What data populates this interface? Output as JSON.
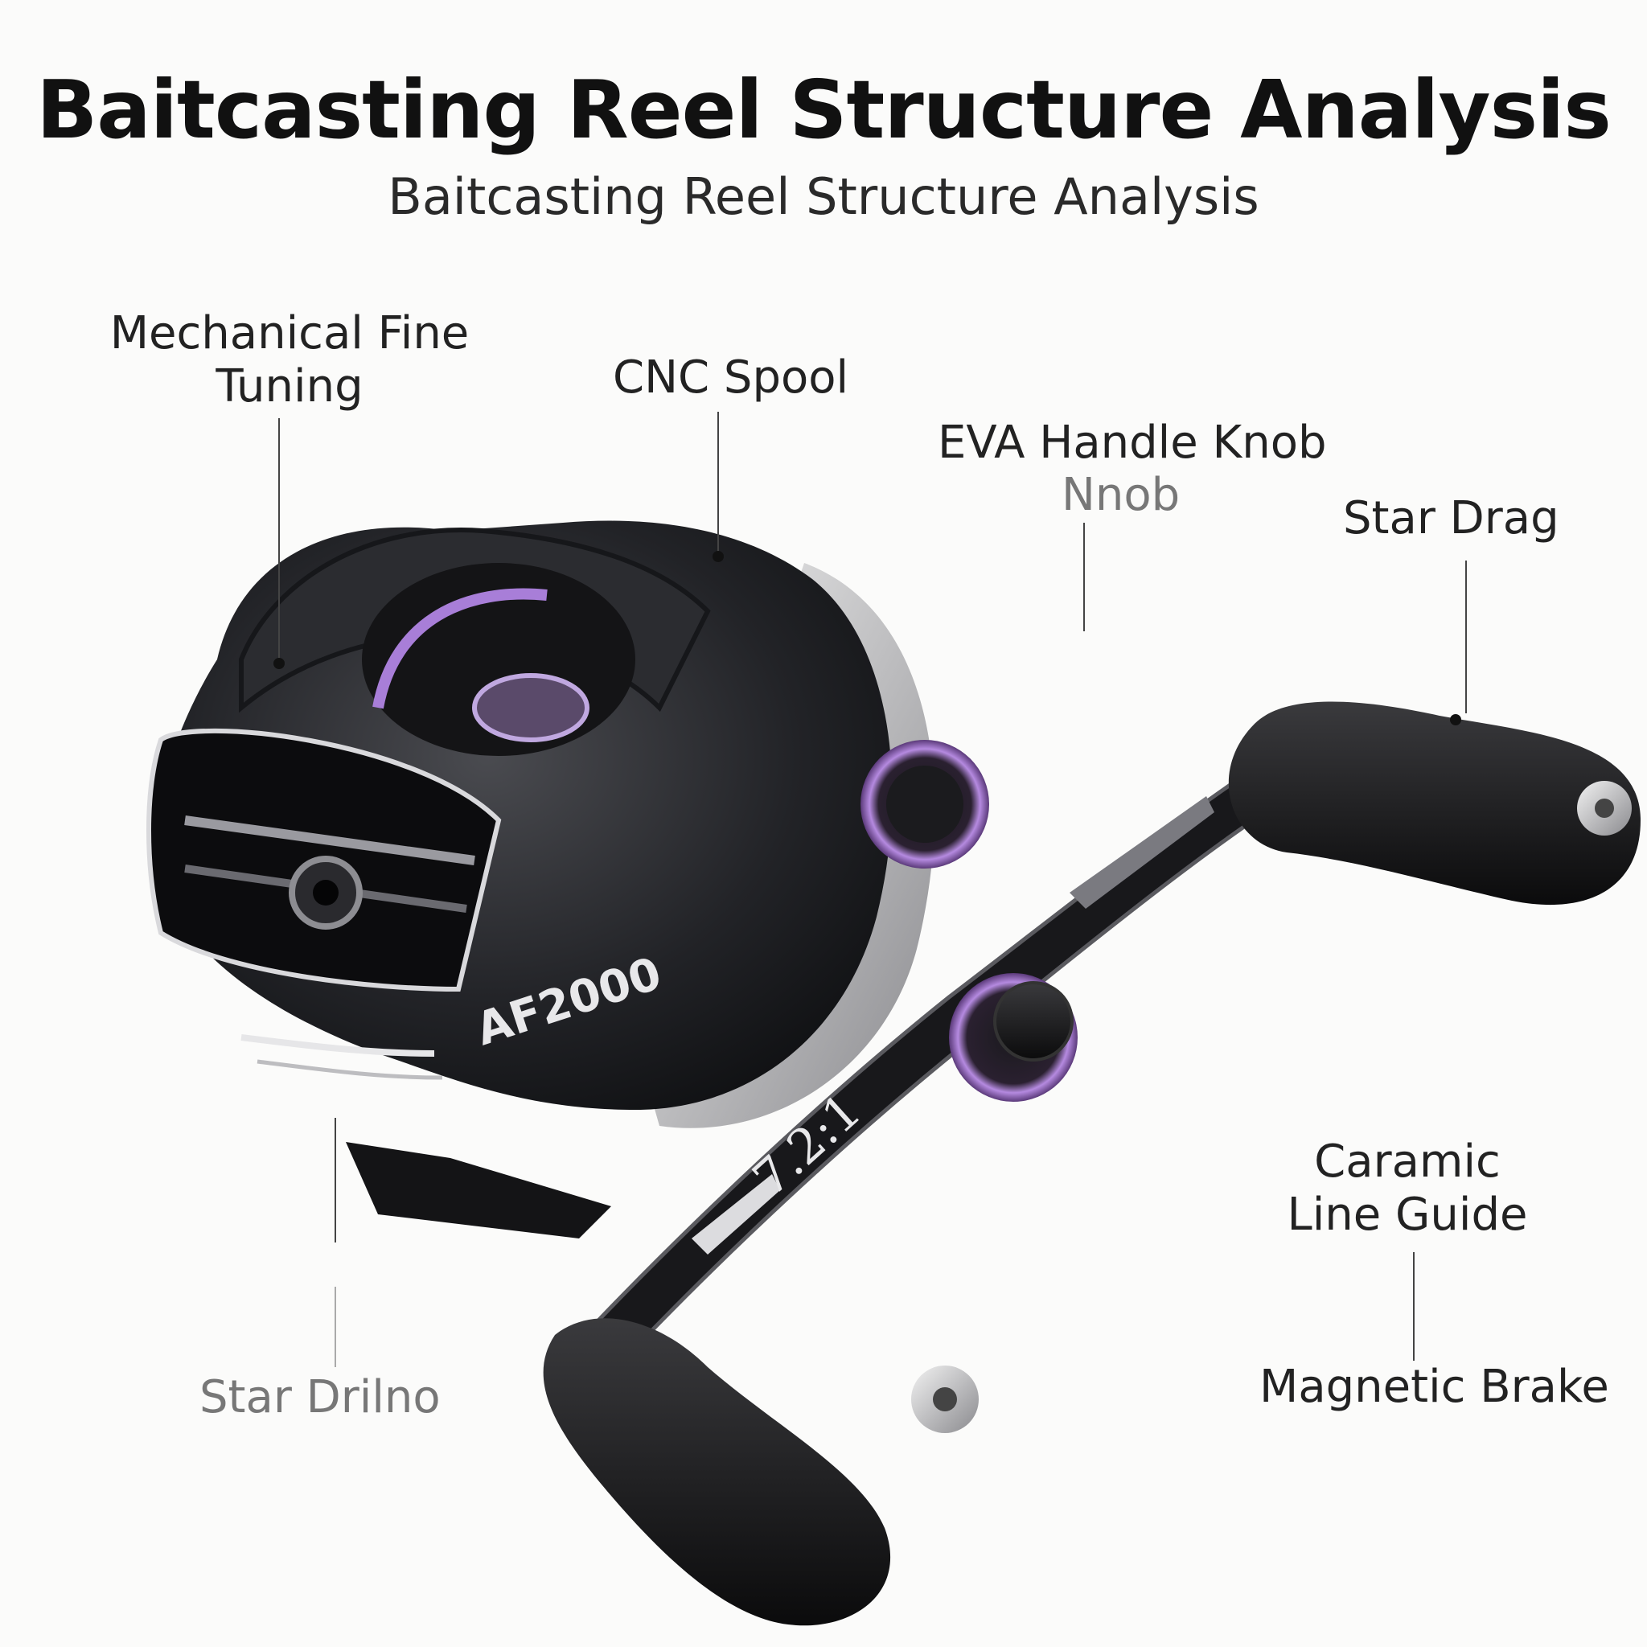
{
  "header": {
    "title": "Baitcasting Reel Structure Analysis",
    "subtitle": "Baitcasting Reel Structure Analysis"
  },
  "callouts": {
    "fine_tuning": "Mechanical Fine\nTuning",
    "cnc_spool": "CNC Spool",
    "eva_knob": "EVA Handle Knob",
    "eva_knob_2": "Nnob",
    "star_drag": "Star Drag",
    "ceramic_guide": "Caramic\nLine Guide",
    "magnetic_brake": "Magnetic Brake",
    "star_drag_bottom": "Star Drilno"
  },
  "product": {
    "model": "AF2000",
    "gear_ratio": "7.2:1"
  },
  "colors": {
    "body": "#1c1d20",
    "accent": "#9a6bc9",
    "silver": "#c9c9cc",
    "background": "#fbfbfa"
  }
}
